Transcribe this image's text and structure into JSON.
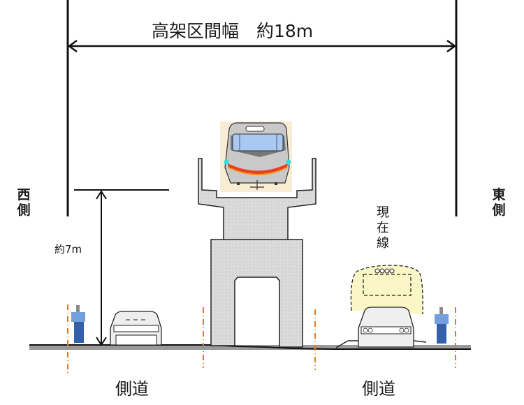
{
  "diagram": {
    "title": "高架区間幅　約18m",
    "width_dimension": {
      "label": "高架区間幅",
      "value": "約18m"
    },
    "height_dimension": {
      "label": "約7m"
    },
    "west_side": {
      "chars": [
        "西",
        "側"
      ],
      "label": "西側"
    },
    "east_side": {
      "chars": [
        "東",
        "側"
      ],
      "label": "東側"
    },
    "current_line": {
      "chars": [
        "現",
        "在",
        "線"
      ],
      "label": "現在線"
    },
    "sidewalk_left": "側道",
    "sidewalk_right": "側道",
    "elements": [
      "elevated-viaduct-pier",
      "elevated-train-front",
      "current-line-train-outline",
      "car-left",
      "car-right",
      "pedestrian-left",
      "pedestrian-right",
      "boundary-line-left",
      "boundary-line-right",
      "road-boundary-dashdot-lines"
    ],
    "colors": {
      "line": "#111111",
      "pier_fill": "#d9d9d9",
      "ground": "#999999",
      "boundary_dashdot": "#e07b20",
      "train_body": "#c8c8c8",
      "train_window": "#a8c8f0",
      "train_stripe": "#e8401c",
      "train_accent": "#2ee0e0",
      "train_bg": "#f8ecd4",
      "current_line_fill": "#fbf6c6",
      "pedestrian_light": "#5a8fd6",
      "pedestrian_dark": "#1c4fa0"
    }
  }
}
